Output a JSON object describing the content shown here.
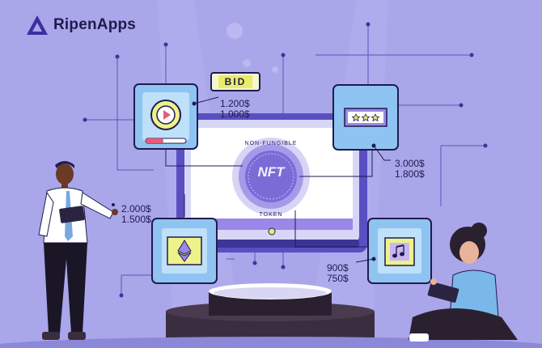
{
  "brand": {
    "name": "RipenApps",
    "logo_icon": "triangle-logo-icon"
  },
  "bid_tag": {
    "label": "BID"
  },
  "screen": {
    "top_label": "NON-FUNGIBLE",
    "center_label": "NFT",
    "bottom_label": "TOKEN"
  },
  "prices": {
    "video": {
      "line1": "1.200$",
      "line2": "1.000$"
    },
    "stars": {
      "line1": "3.000$",
      "line2": "1.800$"
    },
    "ethereum": {
      "line1": "2.000$",
      "line2": "1.500$"
    },
    "music": {
      "line1": "900$",
      "line2": "750$"
    }
  },
  "cards": [
    {
      "name": "video-card",
      "icon": "play-icon"
    },
    {
      "name": "rating-card",
      "icon": "stars-icon"
    },
    {
      "name": "ethereum-card",
      "icon": "ethereum-icon"
    },
    {
      "name": "music-card",
      "icon": "music-note-icon"
    }
  ],
  "colors": {
    "background": "#a9a6ea",
    "dark": "#1f1b4d",
    "card": "#8fc4f2",
    "accent": "#9a87e8",
    "yellow": "#e9ec6a"
  }
}
